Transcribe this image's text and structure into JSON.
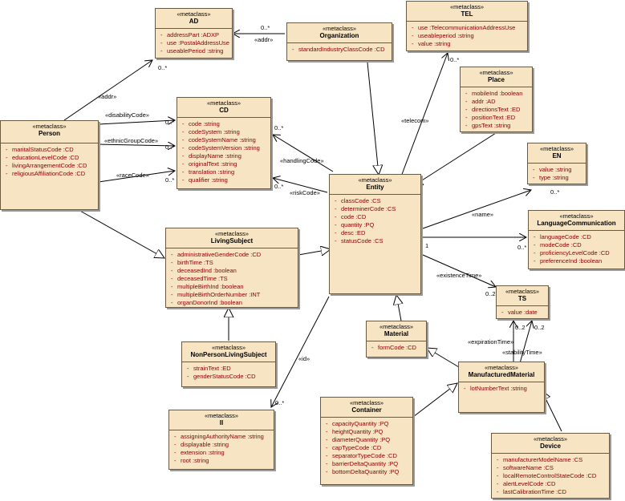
{
  "classes": [
    {
      "id": "AD",
      "stereotype": "«metaclass»",
      "name": "AD",
      "attributes": [
        "addressPart :ADXP",
        "use :PostalAddressUse",
        "useablePeriod :string"
      ]
    },
    {
      "id": "Organization",
      "stereotype": "«metaclass»",
      "name": "Organization",
      "attributes": [
        "standardIndustryClassCode :CD"
      ]
    },
    {
      "id": "TEL",
      "stereotype": "«metaclass»",
      "name": "TEL",
      "attributes": [
        "use :TelecommunicationAddressUse",
        "useableperiod :string",
        "value :string"
      ]
    },
    {
      "id": "Place",
      "stereotype": "«metaclass»",
      "name": "Place",
      "attributes": [
        "mobileInd :boolean",
        "addr :AD",
        "directionsText :ED",
        "positionText :ED",
        "gpsText :string"
      ]
    },
    {
      "id": "Person",
      "stereotype": "«metaclass»",
      "name": "Person",
      "attributes": [
        "maritalStatusCode :CD",
        "educationLevelCode :CD",
        "livingArrangementCode :CD",
        "religiousAffiliationCode :CD"
      ]
    },
    {
      "id": "CD",
      "stereotype": "«metaclass»",
      "name": "CD",
      "attributes": [
        "code :string",
        "codeSystem :string",
        "codeSystemName :string",
        "codeSystemVersion :string",
        "displayName :string",
        "originalText :string",
        "translation :string",
        "qualifier :string"
      ]
    },
    {
      "id": "EN",
      "stereotype": "«metaclass»",
      "name": "EN",
      "attributes": [
        "value :string",
        "type :string"
      ]
    },
    {
      "id": "Entity",
      "stereotype": "«metaclass»",
      "name": "Entity",
      "attributes": [
        "classCode :CS",
        "determinerCode :CS",
        "code :CD",
        "quantity :PQ",
        "desc :ED",
        "statusCode :CS"
      ]
    },
    {
      "id": "LanguageCommunication",
      "stereotype": "«metaclass»",
      "name": "LanguageCommunication",
      "attributes": [
        "languageCode :CD",
        "modeCode :CD",
        "proficiencyLevelCode :CD",
        "preferenceInd :boolean"
      ]
    },
    {
      "id": "LivingSubject",
      "stereotype": "«metaclass»",
      "name": "LivingSubject",
      "attributes": [
        "administrativeGenderCode :CD",
        "birthTime :TS",
        "deceasedInd :boolean",
        "deceasedTime :TS",
        "multipleBirthInd :boolean",
        "multipleBirthOrderNumber :INT",
        "organDonorInd :boolean"
      ]
    },
    {
      "id": "TS",
      "stereotype": "«metaclass»",
      "name": "TS",
      "attributes": [
        "value :date"
      ]
    },
    {
      "id": "Material",
      "stereotype": "«metaclass»",
      "name": "Material",
      "attributes": [
        "formCode :CD"
      ]
    },
    {
      "id": "NonPersonLivingSubject",
      "stereotype": "«metaclass»",
      "name": "NonPersonLivingSubject",
      "attributes": [
        "strainText :ED",
        "genderStatusCode :CD"
      ]
    },
    {
      "id": "ManufacturedMaterial",
      "stereotype": "«metaclass»",
      "name": "ManufacturedMaterial",
      "attributes": [
        "lotNumberText :string"
      ]
    },
    {
      "id": "Container",
      "stereotype": "«metaclass»",
      "name": "Container",
      "attributes": [
        "capacityQuantity :PQ",
        "heightQuantity :PQ",
        "diameterQuantity :PQ",
        "capTypeCode :CD",
        "separatorTypeCode :CD",
        "barrierDeltaQuantity :PQ",
        "bottomDeltaQuantity :PQ"
      ]
    },
    {
      "id": "II",
      "stereotype": "«metaclass»",
      "name": "II",
      "attributes": [
        "assigningAuthorityName :string",
        "displayable :string",
        "extension :string",
        "root :string"
      ]
    },
    {
      "id": "Device",
      "stereotype": "«metaclass»",
      "name": "Device",
      "attributes": [
        "manufacturerModelName :CS",
        "softwareName :CS",
        "localRemoteControlStateCode :CD",
        "alertLevelCode :CD",
        "lastCalibrationTime :CD"
      ]
    }
  ],
  "labels": [
    {
      "id": "l_addr_org",
      "text": "«addr»"
    },
    {
      "id": "l_org_mult",
      "text": "0..*"
    },
    {
      "id": "l_addr_person",
      "text": "«addr»"
    },
    {
      "id": "l_ad_mult",
      "text": "0..*"
    },
    {
      "id": "l_disability",
      "text": "«disabilityCode»"
    },
    {
      "id": "l_disability_mult",
      "text": "0..*"
    },
    {
      "id": "l_ethnic",
      "text": "«ethnicGroupCode»"
    },
    {
      "id": "l_ethnic_mult",
      "text": "0..*"
    },
    {
      "id": "l_race",
      "text": "«raceCode»"
    },
    {
      "id": "l_race_mult",
      "text": "0..*"
    },
    {
      "id": "l_tel_mult",
      "text": "0..*"
    },
    {
      "id": "l_telecom",
      "text": "«telecom»"
    },
    {
      "id": "l_cd_mult1",
      "text": "0..*"
    },
    {
      "id": "l_handling",
      "text": "«handlingCode»"
    },
    {
      "id": "l_cd_mult2",
      "text": "0..*"
    },
    {
      "id": "l_risk",
      "text": "«riskCode»"
    },
    {
      "id": "l_en_mult",
      "text": "0..*"
    },
    {
      "id": "l_name",
      "text": "«name»"
    },
    {
      "id": "l_lang_mult",
      "text": "0..*"
    },
    {
      "id": "l_entity_one",
      "text": "1"
    },
    {
      "id": "l_existence",
      "text": "«existenceTime»"
    },
    {
      "id": "l_ts_mult1",
      "text": "0..2"
    },
    {
      "id": "l_ts_mult2",
      "text": "0..2"
    },
    {
      "id": "l_ts_mult3",
      "text": "0..2"
    },
    {
      "id": "l_expiration",
      "text": "«expirationTime»"
    },
    {
      "id": "l_stability",
      "text": "«stabilityTime»"
    },
    {
      "id": "l_id",
      "text": "«id»"
    },
    {
      "id": "l_ii_mult",
      "text": "0..*"
    }
  ]
}
